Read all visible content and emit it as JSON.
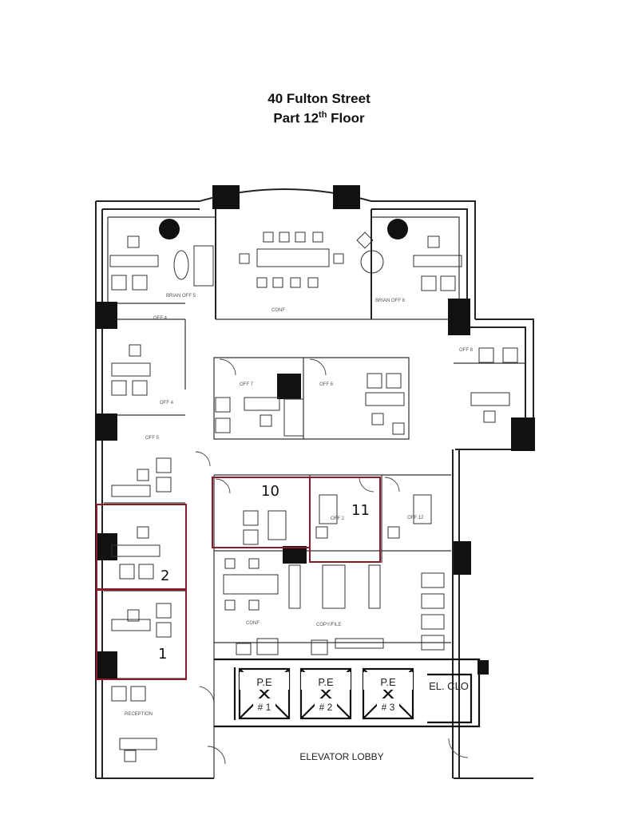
{
  "title": {
    "line1": "40 Fulton Street",
    "line2_prefix": "Part 12",
    "line2_sup": "th",
    "line2_suffix": " Floor"
  },
  "labels": {
    "elevator_lobby": "ELEVATOR LOBBY",
    "el_clo": "EL. CLO",
    "reception": "RECEPTION",
    "conf_top": "CONF",
    "conf_mid": "CONF",
    "copy_file": "COPY/FILE",
    "off_2": "OFF 2",
    "off_4": "OFF 4",
    "off_5": "OFF 5",
    "off_6": "OFF 6",
    "off_7": "OFF 7",
    "off_8": "OFF 8",
    "off_12": "OFF 12",
    "brian_off_5": "BRIAN OFF 5",
    "brian_off_8": "BRIAN OFF 8"
  },
  "elevators": [
    {
      "top": "P.E",
      "num": "# 1"
    },
    {
      "top": "P.E",
      "num": "# 2"
    },
    {
      "top": "P.E",
      "num": "# 3"
    }
  ],
  "handwritten": {
    "n1": "1",
    "n2": "2",
    "n10": "10",
    "n11": "11"
  },
  "colors": {
    "wall": "#222222",
    "highlight": "#8b1a2b",
    "column": "#111111"
  }
}
